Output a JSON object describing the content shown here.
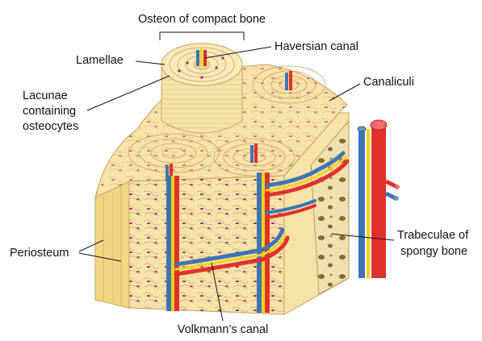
{
  "labels": {
    "osteon": "Osteon of compact bone",
    "lamellae": "Lamellae",
    "haversian": "Haversian canal",
    "canaliculi": "Canaliculi",
    "lacunae_1": "Lacunae",
    "lacunae_2": "containing",
    "lacunae_3": "osteocytes",
    "periosteum": "Periosteum",
    "trabeculae_1": "Trabeculae of",
    "trabeculae_2": "spongy bone",
    "volkmann": "Volkmann’s canal"
  },
  "colors": {
    "bone": "#f6e3a8",
    "bone_dark": "#e3c57b",
    "periosteum": "#f3d683",
    "ring_line": "#c9a35a",
    "lacuna": "#9b2e5e",
    "artery": "#e0312b",
    "vein": "#3f74b3",
    "nerve": "#f2d21b",
    "spongy": "#e8d7a4",
    "marrow_hole": "#8a6a2a"
  }
}
